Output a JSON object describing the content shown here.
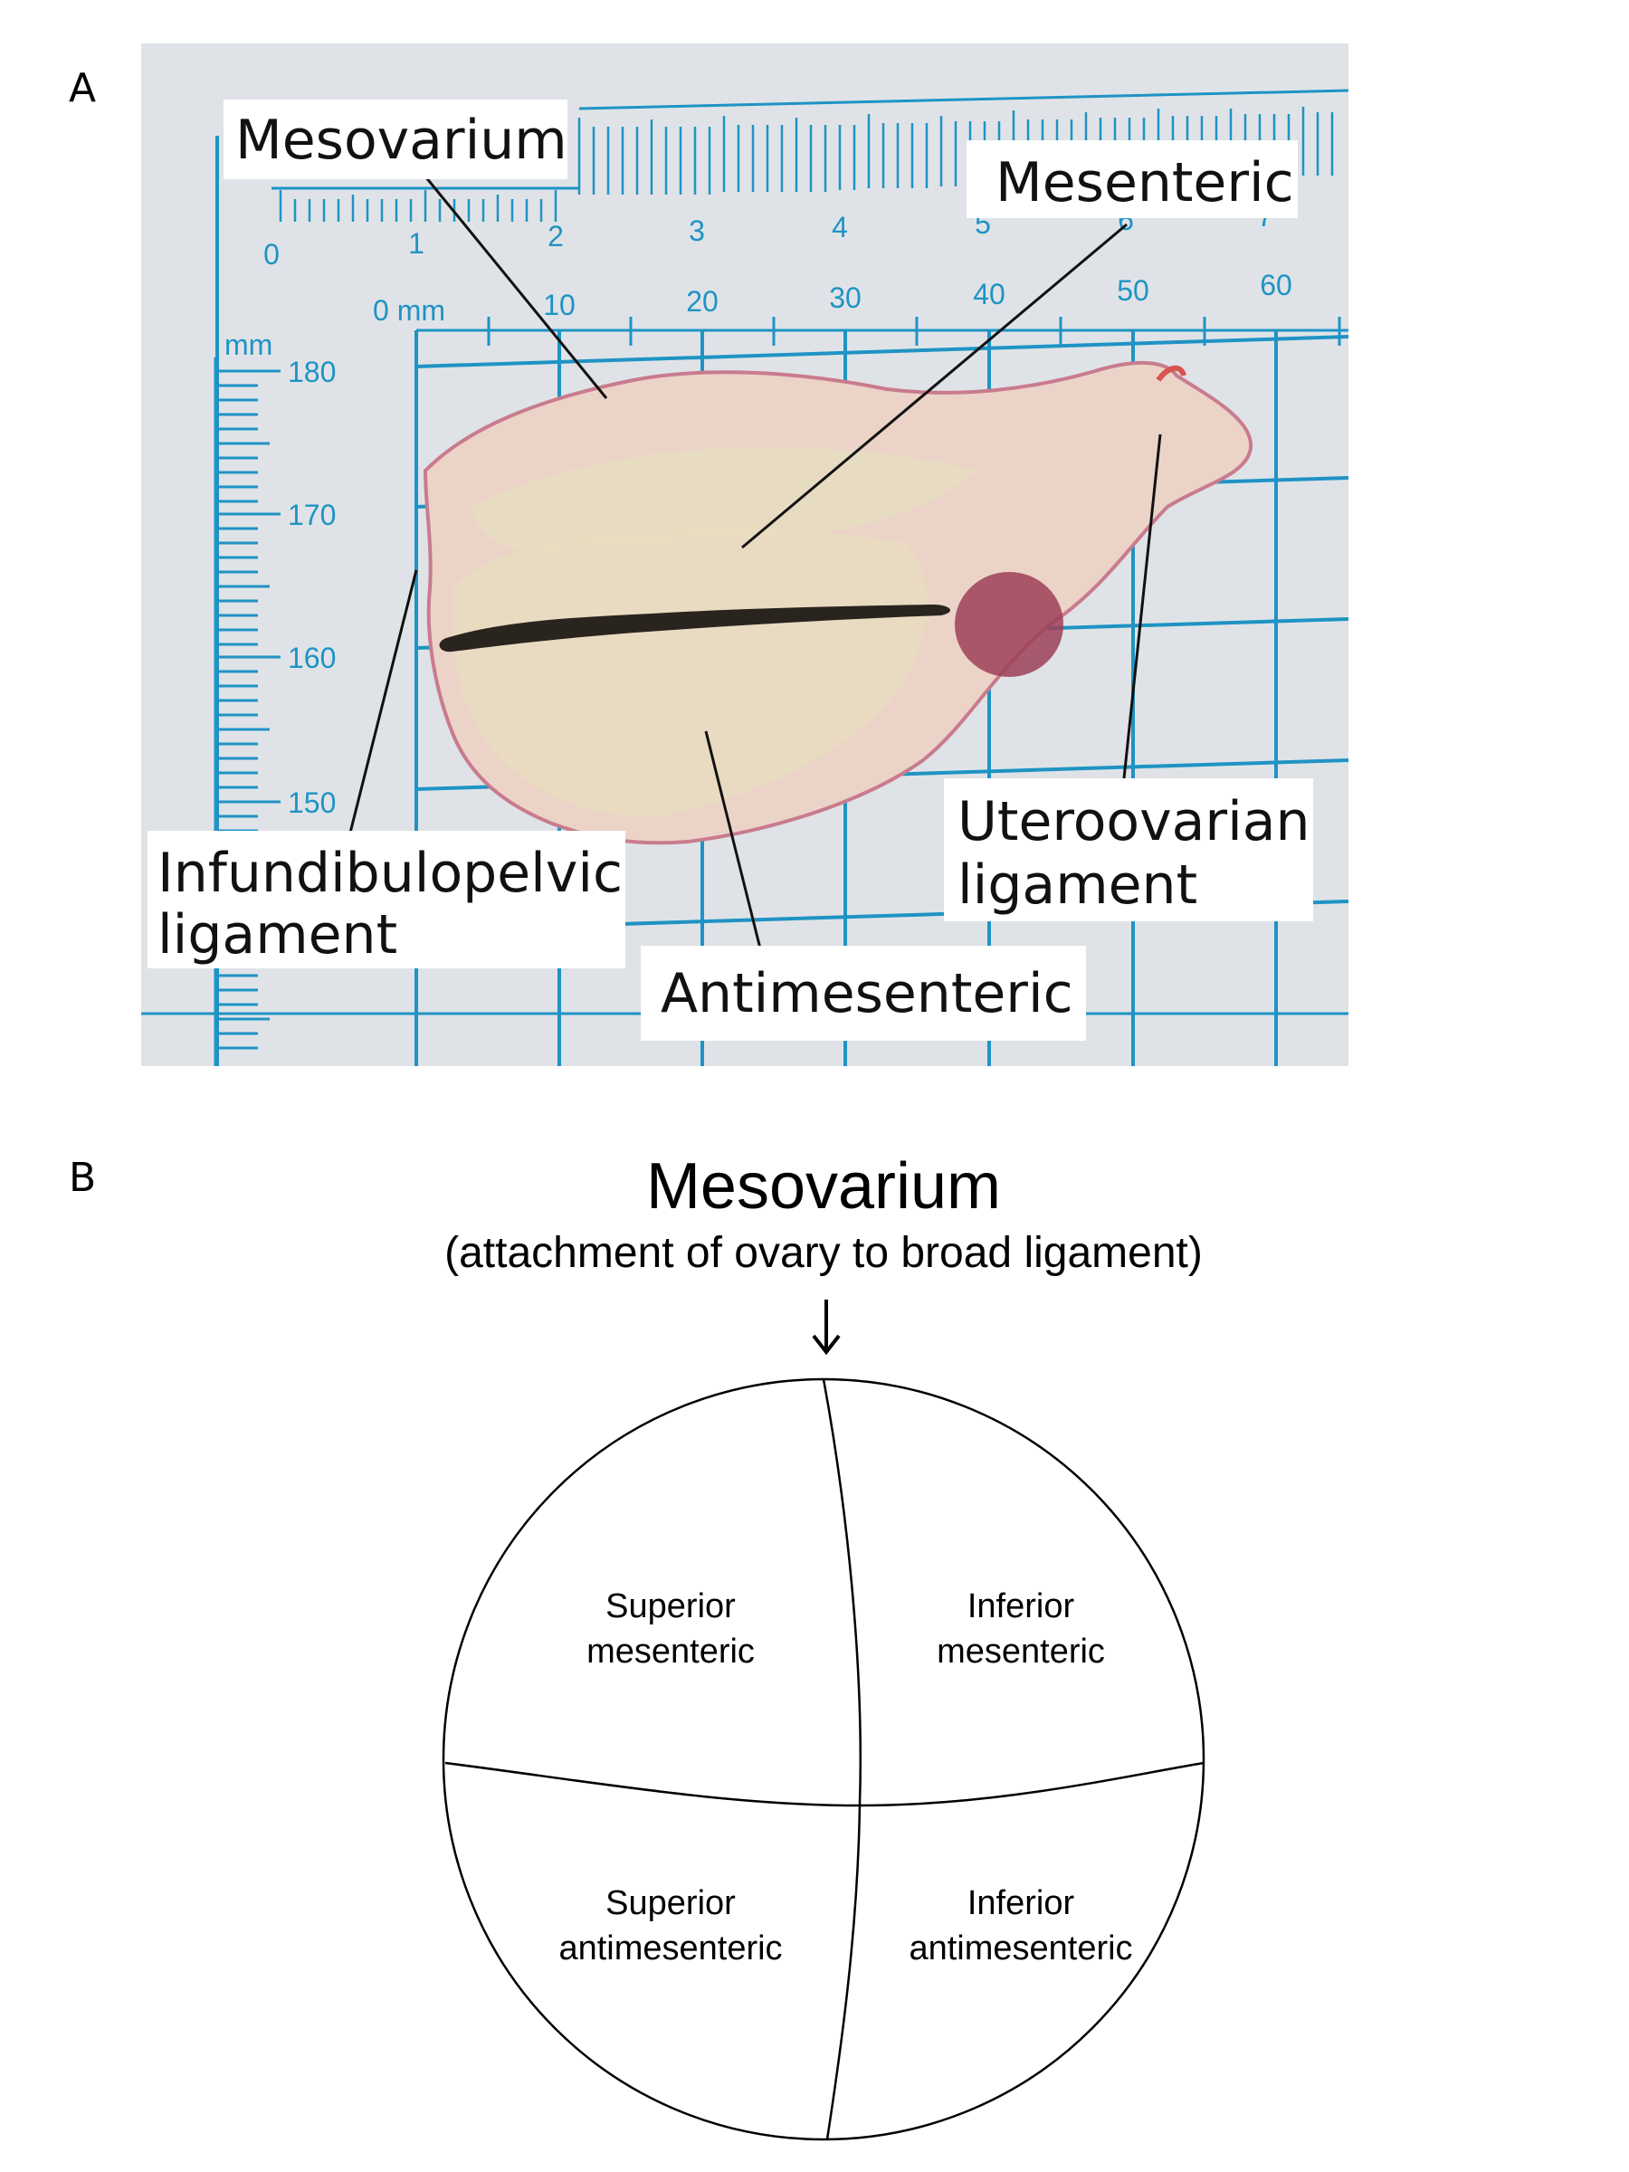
{
  "panel_a": {
    "letter": "A",
    "callouts": {
      "mesovarium": "Mesovarium",
      "mesenteric": "Mesenteric",
      "infundibulopelvic": [
        "Infundibulopelvic",
        "ligament"
      ],
      "uteroovarian": [
        "Uteroovarian",
        "ligament"
      ],
      "antimesenteric": "Antimesenteric"
    },
    "ruler": {
      "cm_labels": [
        "0",
        "1",
        "2",
        "3",
        "4",
        "5",
        "6",
        "7"
      ],
      "mm_unit": "0 mm",
      "mm_labels": [
        "10",
        "20",
        "30",
        "40",
        "50",
        "60"
      ],
      "vertical_unit": "mm",
      "vertical_labels": [
        "180",
        "170",
        "160",
        "150"
      ]
    },
    "colors": {
      "background": "#dfe3e7",
      "ruler": "#1f93c4",
      "tissue": "#e8c9b8",
      "ink_mark": "#2a241f"
    }
  },
  "panel_b": {
    "letter": "B",
    "title": "Mesovarium",
    "subtitle": "(attachment of ovary to broad ligament)",
    "arrow_icon": "down-arrow-icon",
    "quadrants": {
      "superior_mesenteric": [
        "Superior",
        "mesenteric"
      ],
      "inferior_mesenteric": [
        "Inferior",
        "mesenteric"
      ],
      "superior_antimesenteric": [
        "Superior",
        "antimesenteric"
      ],
      "inferior_antimesenteric": [
        "Inferior",
        "antimesenteric"
      ]
    }
  }
}
